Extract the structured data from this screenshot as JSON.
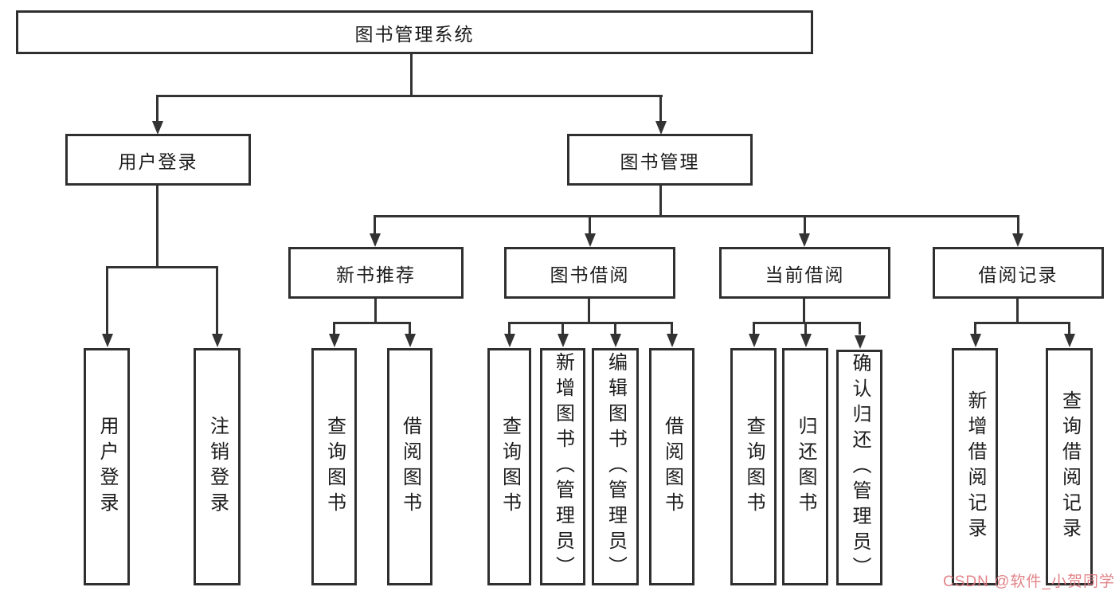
{
  "diagram": {
    "root": {
      "label": "图书管理系统"
    },
    "branches": [
      {
        "label": "用户登录",
        "children": [
          {
            "label": "用户登录"
          },
          {
            "label": "注销登录"
          }
        ]
      },
      {
        "label": "图书管理",
        "children": [
          {
            "label": "新书推荐",
            "children": [
              {
                "label": "查询图书"
              },
              {
                "label": "借阅图书"
              }
            ]
          },
          {
            "label": "图书借阅",
            "children": [
              {
                "label": "查询图书"
              },
              {
                "label": "新增图书（管理员）"
              },
              {
                "label": "编辑图书（管理员）"
              },
              {
                "label": "借阅图书"
              }
            ]
          },
          {
            "label": "当前借阅",
            "children": [
              {
                "label": "查询图书"
              },
              {
                "label": "归还图书"
              },
              {
                "label": "确认归还（管理员）"
              }
            ]
          },
          {
            "label": "借阅记录",
            "children": [
              {
                "label": "新增借阅记录"
              },
              {
                "label": "查询借阅记录"
              }
            ]
          }
        ]
      }
    ]
  },
  "watermark": {
    "text": "CSDN @软件_小贺同学"
  },
  "colors": {
    "line": "#333333",
    "box-border": "#2f2f2f",
    "text": "#1c1c1c",
    "background": "#ffffff",
    "watermark": "#e07a80"
  }
}
